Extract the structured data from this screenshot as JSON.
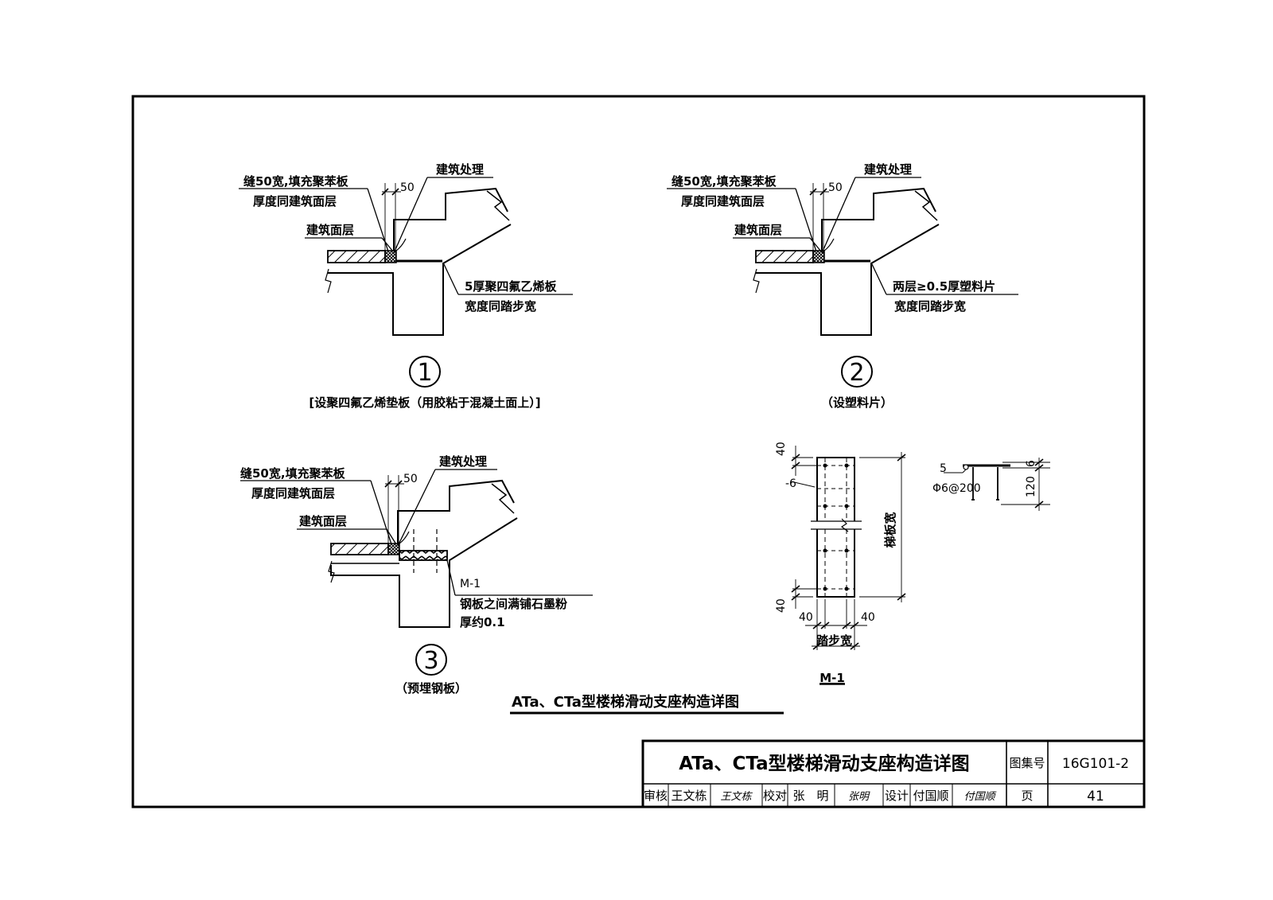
{
  "details": {
    "d1": {
      "gap_label_1": "缝50宽,填充聚苯板",
      "gap_label_2": "厚度同建筑面层",
      "dim": "50",
      "arch": "建筑处理",
      "surface": "建筑面层",
      "pad_1": "5厚聚四氟乙烯板",
      "pad_2": "宽度同踏步宽",
      "number": "1",
      "caption": "[设聚四氟乙烯垫板（用胶粘于混凝土面上）]"
    },
    "d2": {
      "gap_label_1": "缝50宽,填充聚苯板",
      "gap_label_2": "厚度同建筑面层",
      "dim": "50",
      "arch": "建筑处理",
      "surface": "建筑面层",
      "pad_1": "两层≥0.5厚塑料片",
      "pad_2": "宽度同踏步宽",
      "number": "2",
      "caption": "（设塑料片）"
    },
    "d3": {
      "gap_label_1": "缝50宽,填充聚苯板",
      "gap_label_2": "厚度同建筑面层",
      "dim": "50",
      "arch": "建筑处理",
      "surface": "建筑面层",
      "m1": "M-1",
      "note_1": "钢板之间满铺石墨粉",
      "note_2": "厚约0.1",
      "number": "3",
      "caption": "（预埋钢板）"
    }
  },
  "plate": {
    "dim_top": "40",
    "dim_bottom": "40",
    "plate_thk": "-6",
    "dim_left": "40",
    "dim_right": "40",
    "width_label": "踏步宽",
    "height_label": "梯板宽",
    "name": "M-1",
    "weld": "5",
    "bar": "Φ6@200",
    "dim_6": "6",
    "dim_120": "120"
  },
  "drawing_title": "ATa、CTa型楼梯滑动支座构造详图",
  "title_block": {
    "title": "ATa、CTa型楼梯滑动支座构造详图",
    "atlas_label": "图集号",
    "atlas_no": "16G101-2",
    "review_label": "审核",
    "reviewer": "王文栋",
    "review_sig": "王文栋",
    "check_label": "校对",
    "checker": "张　明",
    "check_sig": "张明",
    "design_label": "设计",
    "designer": "付国顺",
    "design_sig": "付国顺",
    "page_label": "页",
    "page_no": "41"
  }
}
